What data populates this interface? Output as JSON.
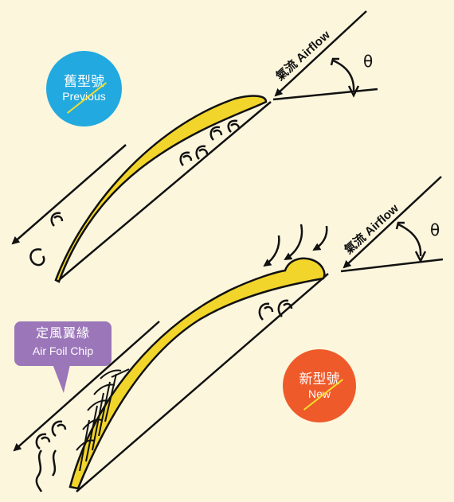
{
  "airflow_label": "氣流 Airflow",
  "angle_symbol": "θ",
  "previous": {
    "zh": "舊型號",
    "en": "Previous",
    "color": "#22a9e0"
  },
  "new": {
    "zh": "新型號",
    "en": "New",
    "color": "#ef5a2a"
  },
  "callout": {
    "zh": "定風翼緣",
    "en": "Air Foil Chip",
    "color": "#9b76b8"
  },
  "blade_color": "#f2d52b"
}
